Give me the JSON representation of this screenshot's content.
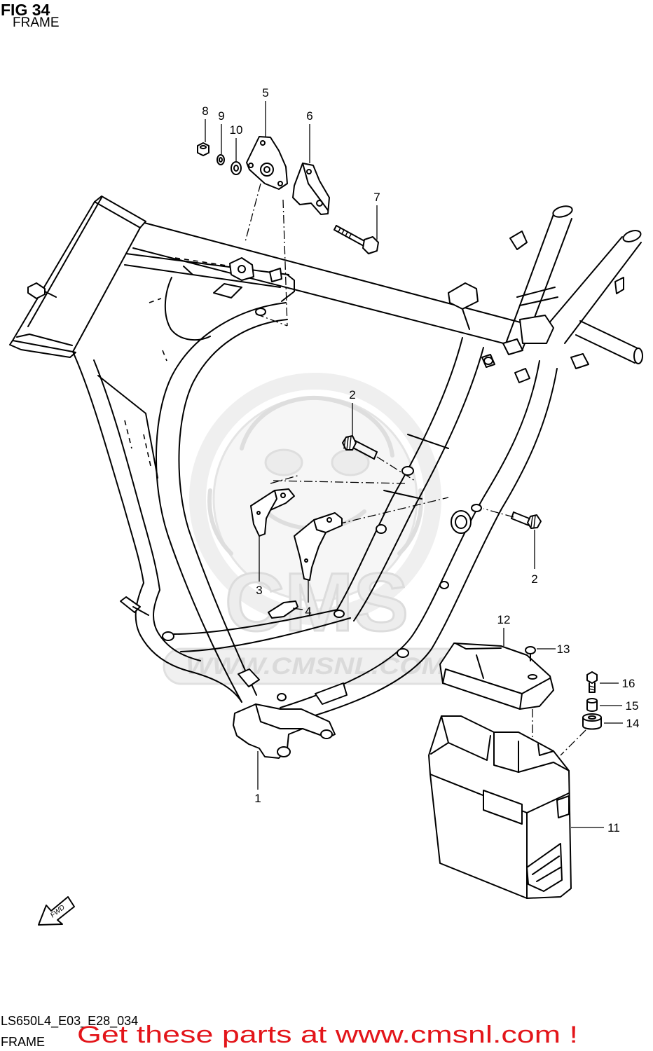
{
  "figure": {
    "title": "FIG 34",
    "subtitle": "FRAME"
  },
  "callouts": [
    {
      "label": "8"
    },
    {
      "label": "9"
    },
    {
      "label": "10"
    },
    {
      "label": "5"
    },
    {
      "label": "6"
    },
    {
      "label": "7"
    },
    {
      "label": "2"
    },
    {
      "label": "2"
    },
    {
      "label": "3"
    },
    {
      "label": "4"
    },
    {
      "label": "1"
    },
    {
      "label": "12"
    },
    {
      "label": "13"
    },
    {
      "label": "16"
    },
    {
      "label": "15"
    },
    {
      "label": "14"
    },
    {
      "label": "11"
    }
  ],
  "direction_marker": {
    "label": "FWD",
    "icon": "fwd-arrow-icon"
  },
  "watermark": {
    "logo": "CMS",
    "text": "WWW.CMSNL.COM"
  },
  "footer": {
    "code": "LS650L4_E03_E28_034",
    "name": "FRAME",
    "promo": "Get these parts at www.cmsnl.com !"
  },
  "colors": {
    "line": "#000000",
    "promo": "#e3151a",
    "watermark": "#e6e6e6",
    "background": "#ffffff"
  }
}
